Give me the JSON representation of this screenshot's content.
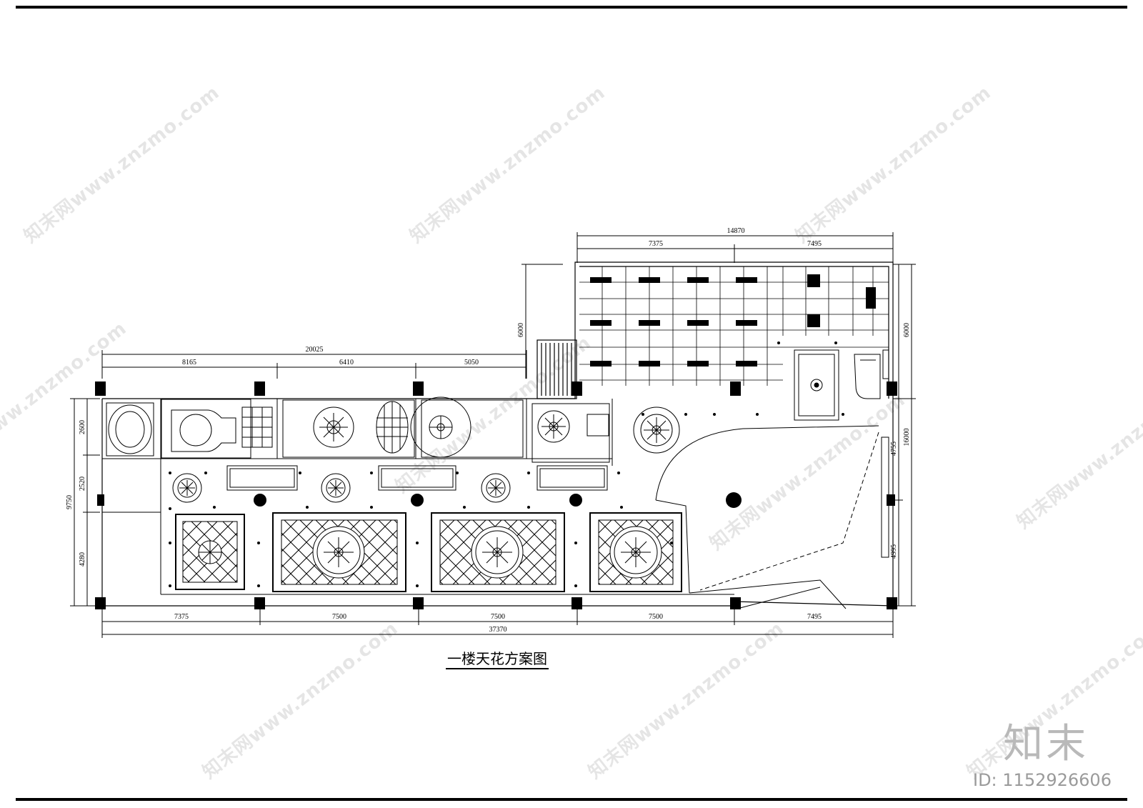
{
  "title": "一楼天花方案图",
  "dims": {
    "top_total": "20025",
    "top_segs": [
      "8165",
      "6410",
      "5050"
    ],
    "right_total": "14870",
    "right_segs": [
      "7375",
      "7495"
    ],
    "bottom_total": "37370",
    "bottom_segs": [
      "7375",
      "7500",
      "7500",
      "7500",
      "7495"
    ],
    "left_total": "9750",
    "left_segs": [
      "2600",
      "2520",
      "4280"
    ],
    "right_side": [
      "16000",
      "4755",
      "4995"
    ],
    "annex_left": "6000",
    "annex_right": "6000"
  },
  "watermark": {
    "text": "知末网www.znzmo.com",
    "logo": "知末",
    "id": "ID: 1152926606"
  }
}
